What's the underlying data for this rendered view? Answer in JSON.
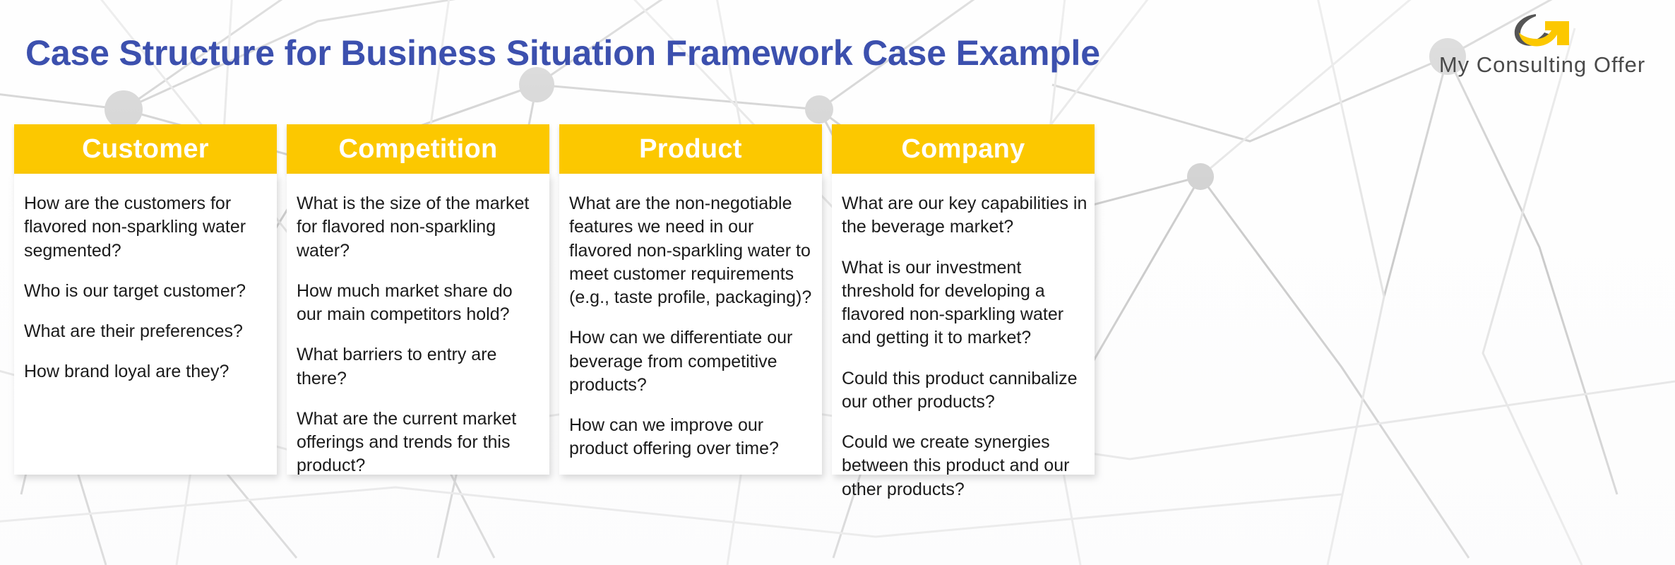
{
  "header": {
    "title": "Case Structure for Business Situation Framework Case Example",
    "title_color": "#3c50ae",
    "logo": {
      "mark_name": "swoosh-arrow-logo-icon",
      "mark_color": "#fcc800",
      "mark_accent_color": "#4a4a4a",
      "text": "My Consulting Offer"
    }
  },
  "accent_color": "#fcc800",
  "columns": [
    {
      "header": "Customer",
      "questions": [
        "How are the customers for flavored non-sparkling water segmented?",
        "Who is our target customer?",
        "What are their preferences?",
        "How brand loyal are they?"
      ]
    },
    {
      "header": "Competition",
      "questions": [
        "What is the size of the market for flavored non-sparkling water?",
        "How much market share do our main competitors hold?",
        "What barriers to entry are there?",
        "What are the current market offerings and trends for this product?"
      ]
    },
    {
      "header": "Product",
      "questions": [
        "What are the non-negotiable features we need in our flavored non-sparkling water to meet customer requirements (e.g., taste profile, packaging)?",
        "How can we differentiate our beverage from competitive products?",
        "How can we improve our product offering over time?"
      ]
    },
    {
      "header": "Company",
      "questions": [
        "What are our key capabilities in the beverage market?",
        "What is our investment threshold for developing a flavored non-sparkling water and getting it to market?",
        "Could this product cannibalize our other products?",
        "Could we create synergies between this product and our other products?"
      ]
    }
  ]
}
